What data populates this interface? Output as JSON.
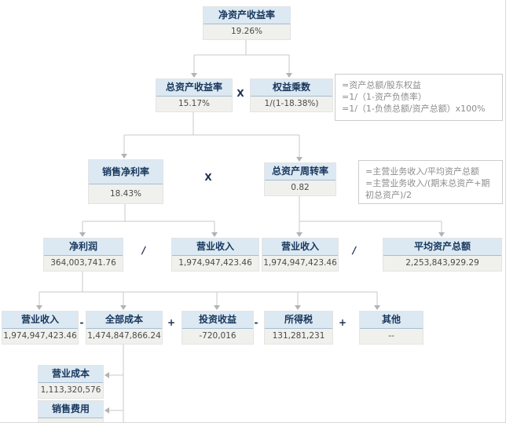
{
  "diagram_type": "dupont-analysis-flowchart",
  "nodes": {
    "roe": {
      "label": "净资产收益率",
      "value": "19.26%"
    },
    "roa": {
      "label": "总资产收益率",
      "value": "15.17%"
    },
    "equity_multiplier": {
      "label": "权益乘数",
      "value": "1/(1-18.38%)"
    },
    "net_profit_margin": {
      "label": "销售净利率",
      "value": "18.43%"
    },
    "asset_turnover": {
      "label": "总资产周转率",
      "value": "0.82"
    },
    "net_profit": {
      "label": "净利润",
      "value": "364,003,741.76"
    },
    "revenue_left": {
      "label": "营业收入",
      "value": "1,974,947,423.46"
    },
    "revenue_right": {
      "label": "营业收入",
      "value": "1,974,947,423.46"
    },
    "avg_total_assets": {
      "label": "平均资产总额",
      "value": "2,253,843,929.29"
    },
    "operating_revenue": {
      "label": "营业收入",
      "value": "1,974,947,423.46"
    },
    "total_cost": {
      "label": "全部成本",
      "value": "1,474,847,866.24"
    },
    "investment_income": {
      "label": "投资收益",
      "value": "-720,016"
    },
    "income_tax": {
      "label": "所得税",
      "value": "131,281,231"
    },
    "other": {
      "label": "其他",
      "value": "--"
    },
    "operating_cost": {
      "label": "营业成本",
      "value": "1,113,320,576"
    },
    "selling_expense": {
      "label": "销售费用",
      "value": ""
    }
  },
  "operators": {
    "multiply1": "X",
    "multiply2": "X",
    "divide1": "/",
    "divide2": "/",
    "minus1": "-",
    "plus1": "+",
    "minus2": "-",
    "plus2": "+"
  },
  "notes": {
    "equity_note": [
      "=资产总额/股东权益",
      "=1/（1-资产负债率）",
      "=1/（1-负债总额/资产总额）x100%"
    ],
    "turnover_note": [
      "=主营业务收入/平均资产总额",
      "=主营业务收入/(期末总资产+期初总资产)/2"
    ]
  },
  "colors": {
    "title_bg": "#dce9f2",
    "title_text": "#17365d",
    "title_divider": "#a6bdd1",
    "value_bg": "#f0f0ed",
    "value_text": "#4a4a4a",
    "note_border": "#cccccc",
    "note_text": "#8c8c8c",
    "connector_line": "#c9c9c9",
    "arrowhead": "#b3b3b3"
  }
}
